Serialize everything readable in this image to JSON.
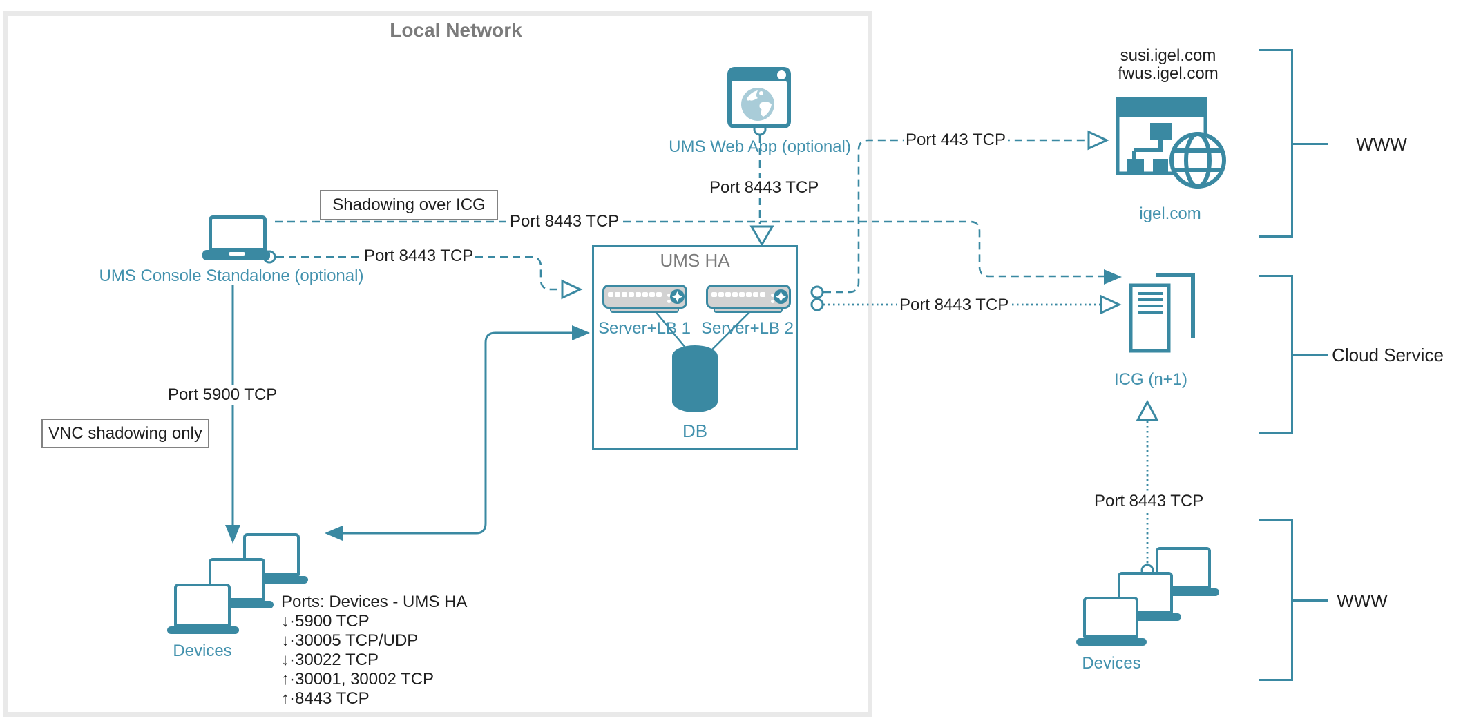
{
  "colors": {
    "teal": "#3a89a2",
    "teal_text": "#4291ad",
    "gray_title": "#7b7b7b",
    "text": "#1f1f1f",
    "callout_border": "#828282",
    "frame_border": "#e9e9e9",
    "server_fill": "#d2d2d2",
    "globe_light": "#a9ccd8"
  },
  "frame": {
    "title": "Local Network"
  },
  "callouts": {
    "shadowing": "Shadowing over ICG",
    "vnc": "VNC shadowing only"
  },
  "nodes": {
    "console": {
      "label": "UMS Console Standalone (optional)"
    },
    "webapp": {
      "label": "UMS Web App (optional)"
    },
    "ums_ha": {
      "title": "UMS HA",
      "server1": "Server+LB 1",
      "server2": "Server+LB 2",
      "db": "DB"
    },
    "devices_local": {
      "label": "Devices"
    },
    "devices_www": {
      "label": "Devices"
    },
    "icg": {
      "label": "ICG (n+1)"
    },
    "igel": {
      "label": "igel.com",
      "domain1": "susi.igel.com",
      "domain2": "fwus.igel.com"
    }
  },
  "edges": {
    "console_icg": "Port 8443 TCP",
    "console_ha": "Port 8443 TCP",
    "webapp_ha": "Port 8443 TCP",
    "ha_igel": "Port 443 TCP",
    "ha_icg": "Port 8443 TCP",
    "console_devices": "Port 5900 TCP",
    "icg_devices": "Port 8443 TCP"
  },
  "ports_list": {
    "title": "Ports: Devices - UMS HA",
    "items": [
      "↓·5900 TCP",
      "↓·30005 TCP/UDP",
      "↓·30022 TCP",
      "↑·30001, 30002 TCP",
      "↑·8443 TCP"
    ]
  },
  "zones": {
    "www_top": "WWW",
    "cloud": "Cloud Service",
    "www_bottom": "WWW"
  }
}
